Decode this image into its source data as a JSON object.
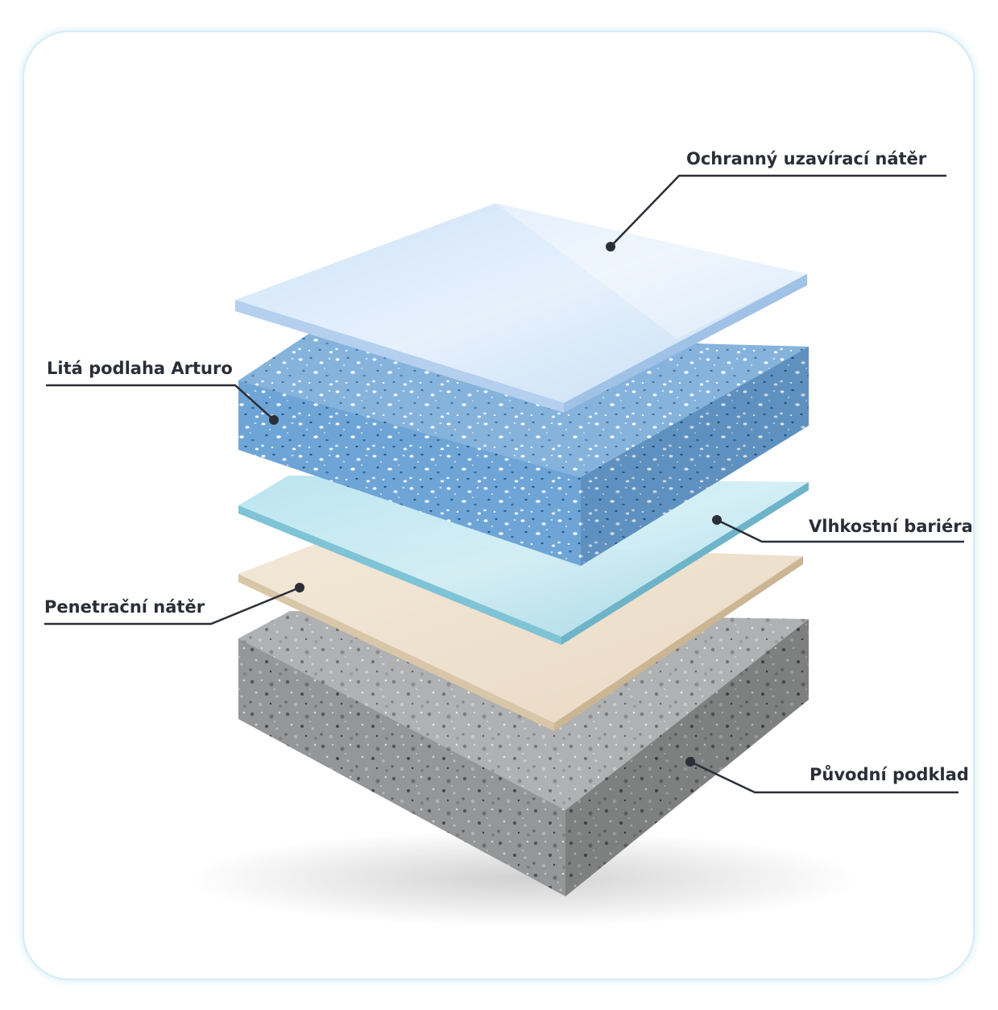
{
  "labels": {
    "sealer": "Ochranný uzavírací nátěr",
    "floor": "Litá podlaha Arturo",
    "moisture": "Vlhkostní bariéra",
    "primer": "Penetrační nátěr",
    "substrate": "Původní podklad"
  },
  "colors": {
    "sealer": "#d4e8fa",
    "floor": "#6ea5d6",
    "moisture": "#a9ddea",
    "primer": "#efe2cf",
    "substrate": "#9ea0a1",
    "label_text": "#2a2e36",
    "frame": "#d5ecf6"
  }
}
